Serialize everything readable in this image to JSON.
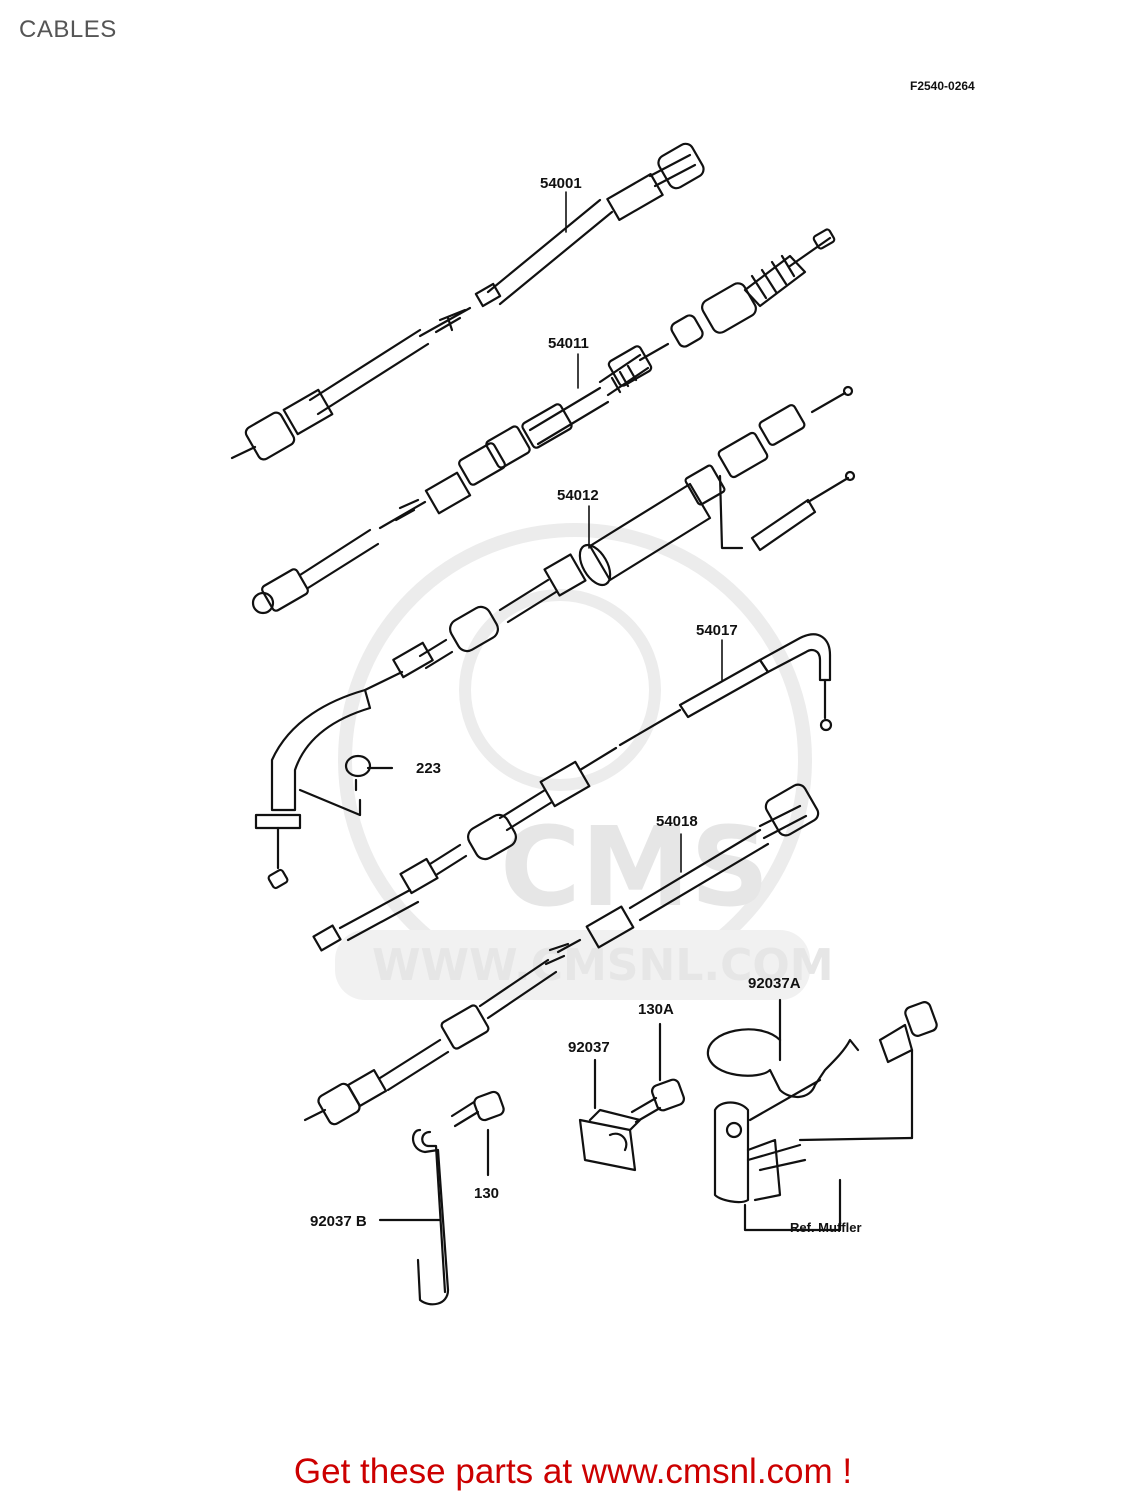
{
  "header": {
    "title": "CABLES",
    "figure_code": "F2540-0264"
  },
  "watermark": {
    "logo_text": "CMS",
    "url_text": "WWW.CMSNL.COM"
  },
  "parts": {
    "p54001": "54001",
    "p54011": "54011",
    "p54012": "54012",
    "p54017": "54017",
    "p223": "223",
    "p54018": "54018",
    "p92037A": "92037A",
    "p130A": "130A",
    "p92037": "92037",
    "p130": "130",
    "p92037B": "92037 B"
  },
  "reference": {
    "muffler": "Ref. Muffler"
  },
  "footer": {
    "promo_text": "Get these parts at www.cmsnl.com !"
  }
}
